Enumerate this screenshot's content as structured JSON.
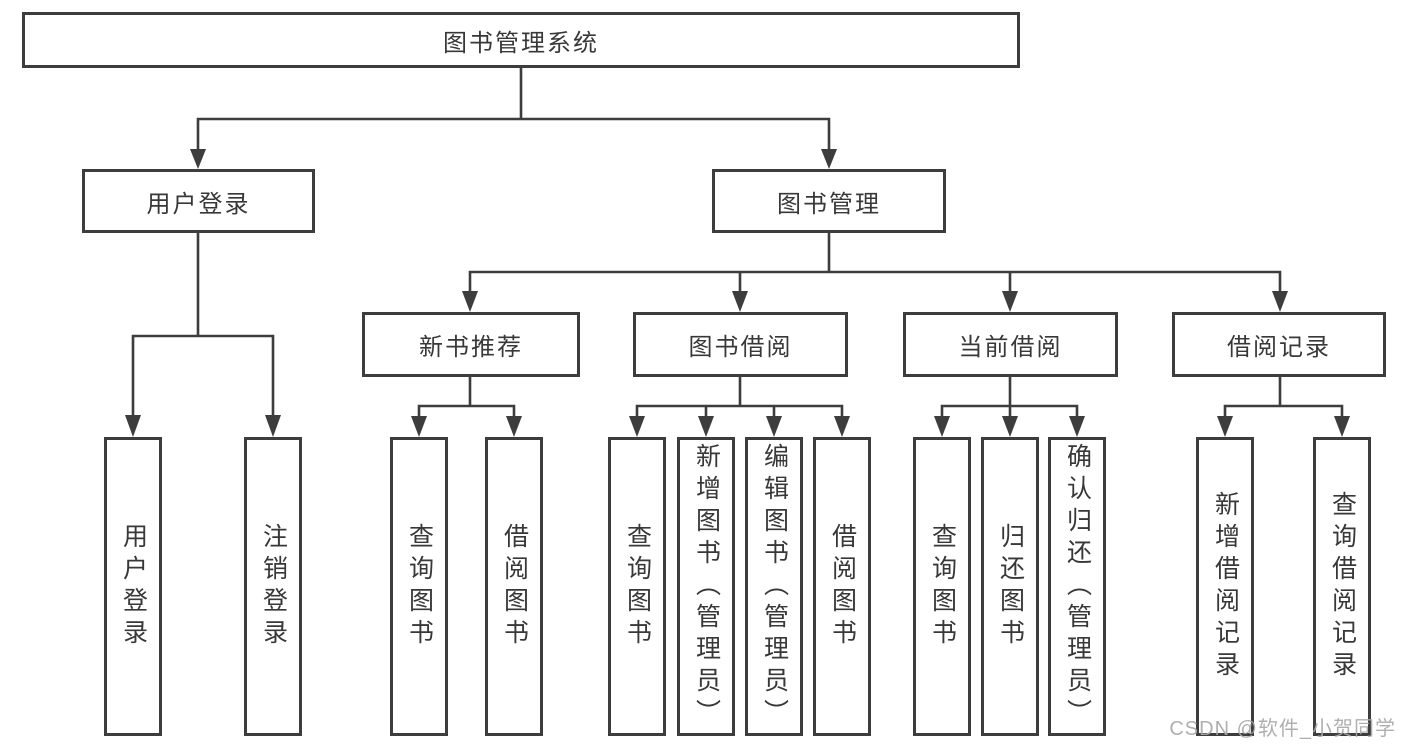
{
  "structure": {
    "label": "图书管理系统",
    "children": [
      {
        "label": "用户登录",
        "children": [
          {
            "label": "用户登录"
          },
          {
            "label": "注销登录"
          }
        ]
      },
      {
        "label": "图书管理",
        "children": [
          {
            "label": "新书推荐",
            "children": [
              {
                "label": "查询图书"
              },
              {
                "label": "借阅图书"
              }
            ]
          },
          {
            "label": "图书借阅",
            "children": [
              {
                "label": "查询图书"
              },
              {
                "label": "新增图书（管理员）"
              },
              {
                "label": "编辑图书（管理员）"
              },
              {
                "label": "借阅图书"
              }
            ]
          },
          {
            "label": "当前借阅",
            "children": [
              {
                "label": "查询图书"
              },
              {
                "label": "归还图书"
              },
              {
                "label": "确认归还（管理员）"
              }
            ]
          },
          {
            "label": "借阅记录",
            "children": [
              {
                "label": "新增借阅记录"
              },
              {
                "label": "查询借阅记录"
              }
            ]
          }
        ]
      }
    ]
  },
  "watermark": {
    "text": "CSDN @软件_小贺同学"
  },
  "colors": {
    "line": "#3d3d3d",
    "text": "#383838",
    "watermark": "#a8a8a8",
    "background": "#ffffff"
  }
}
